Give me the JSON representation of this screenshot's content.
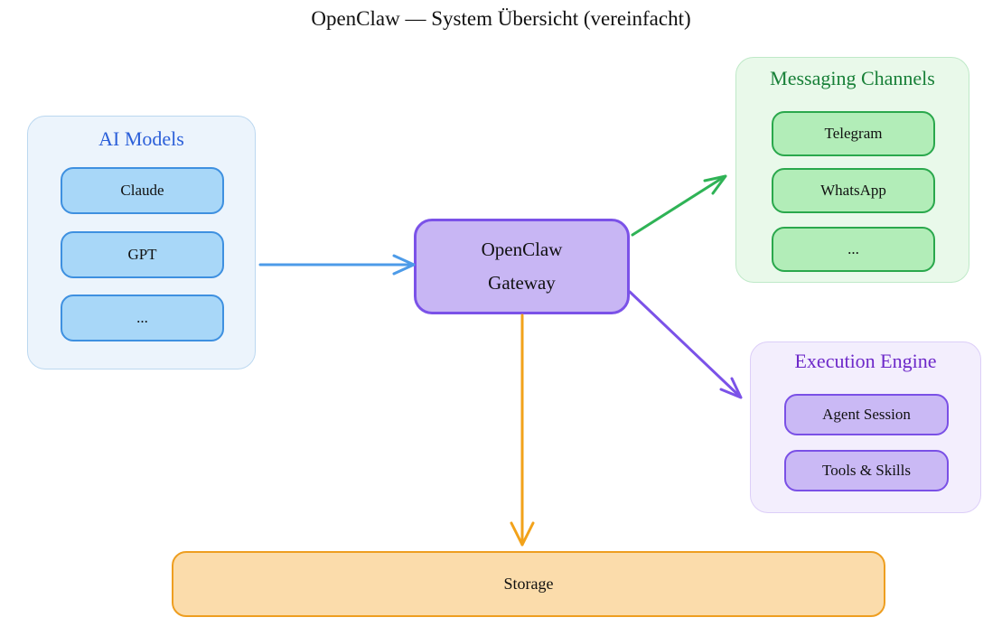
{
  "title": "OpenClaw — System Übersicht (vereinfacht)",
  "groups": {
    "ai_models": {
      "label": "AI Models",
      "items": [
        "Claude",
        "GPT",
        "..."
      ]
    },
    "messaging": {
      "label": "Messaging Channels",
      "items": [
        "Telegram",
        "WhatsApp",
        "..."
      ]
    },
    "execution": {
      "label": "Execution Engine",
      "items": [
        "Agent Session",
        "Tools & Skills"
      ]
    }
  },
  "gateway": {
    "label": "OpenClaw Gateway"
  },
  "storage": {
    "label": "Storage"
  },
  "colors": {
    "blue_title": "#2b5fd9",
    "blue_node_fill": "#a8d7f8",
    "blue_node_border": "#3e90e0",
    "blue_group_fill": "#ecf4fc",
    "blue_group_border": "#bcd8f0",
    "green_title": "#188038",
    "green_node_fill": "#b2edb8",
    "green_node_border": "#2aa84c",
    "green_group_fill": "#e9f9ea",
    "green_group_border": "#bfe9c8",
    "purple_title": "#6d28c9",
    "purple_node_fill": "#cab9f5",
    "purple_node_border": "#7a50e6",
    "purple_group_fill": "#f3eefd",
    "purple_group_border": "#dccef8",
    "gateway_fill": "#c8b6f4",
    "gateway_border": "#7b52e8",
    "storage_fill": "#fbdcab",
    "storage_border": "#ee9e20",
    "arrow_blue": "#4d9be8",
    "arrow_green": "#2fb356",
    "arrow_purple": "#7b52e8",
    "arrow_orange": "#f2a21a"
  }
}
